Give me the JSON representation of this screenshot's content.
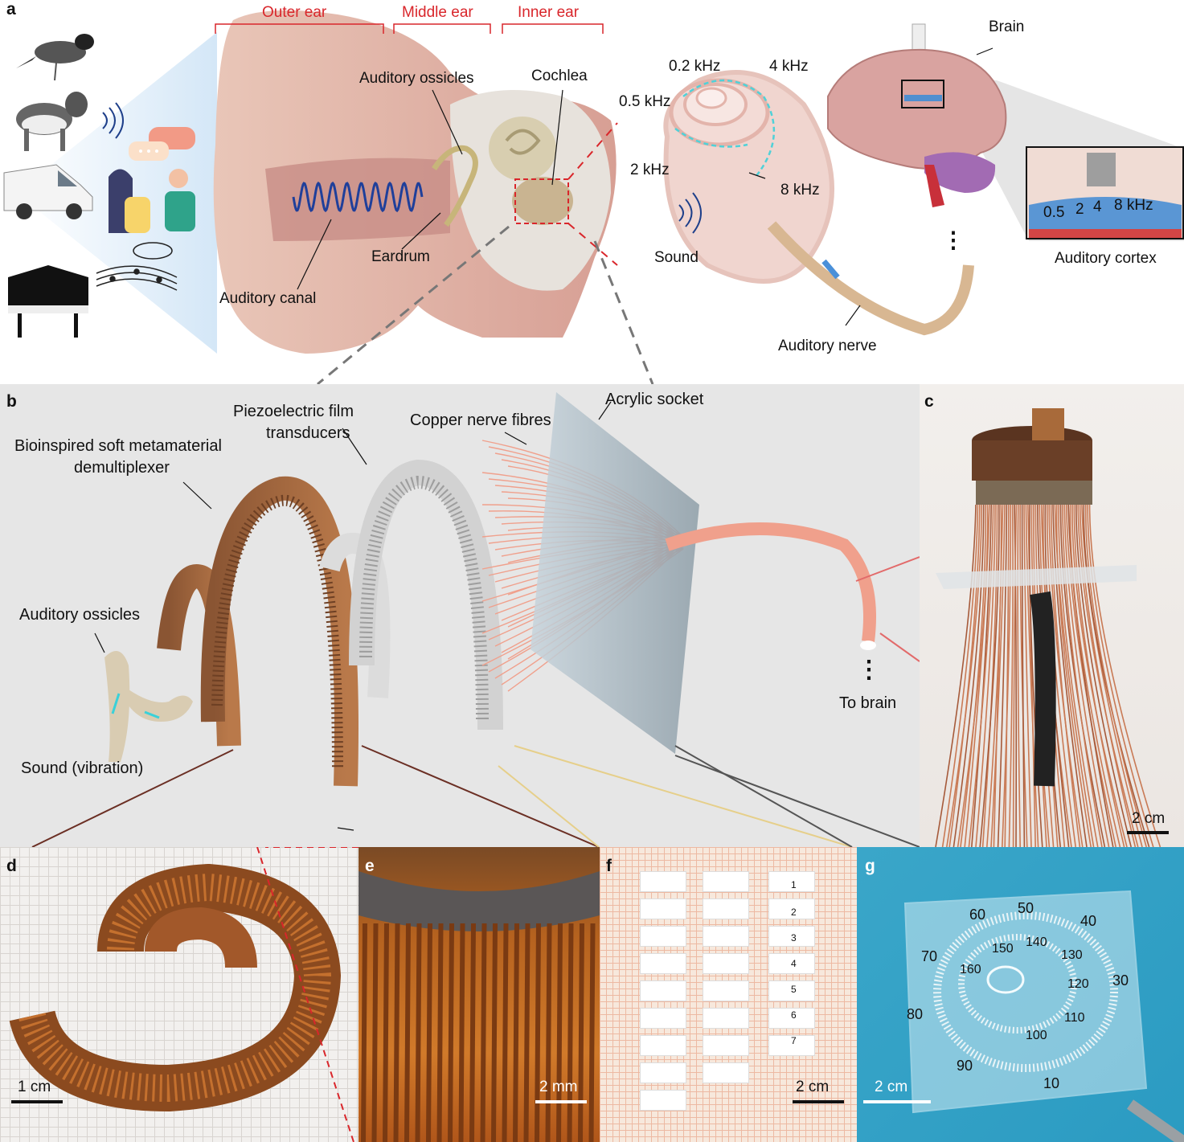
{
  "panels": {
    "a": "a",
    "b": "b",
    "c": "c",
    "d": "d",
    "e": "e",
    "f": "f",
    "g": "g"
  },
  "ear_sections": {
    "outer": "Outer ear",
    "middle": "Middle ear",
    "inner": "Inner ear"
  },
  "ear_labels": {
    "ossicles": "Auditory ossicles",
    "cochlea": "Cochlea",
    "eardrum": "Eardrum",
    "canal": "Auditory canal"
  },
  "cochlea_labels": {
    "f02": "0.2 kHz",
    "f4": "4 kHz",
    "f05": "0.5 kHz",
    "f2": "2 kHz",
    "f8": "8 kHz",
    "sound": "Sound",
    "nerve": "Auditory nerve"
  },
  "brain_labels": {
    "brain": "Brain",
    "cortex": "Auditory cortex",
    "inset_05": "0.5",
    "inset_2": "2",
    "inset_4": "4",
    "inset_8": "8 kHz",
    "ellipsis": "⋮"
  },
  "device_labels": {
    "demux_line1": "Bioinspired soft metamaterial",
    "demux_line2": "demultiplexer",
    "piezo_line1": "Piezoelectric film",
    "piezo_line2": "transducers",
    "copper": "Copper nerve fibres",
    "socket": "Acrylic socket",
    "ossicles": "Auditory ossicles",
    "sound": "Sound (vibration)",
    "to_brain": "To brain",
    "ellipsis": "⋮"
  },
  "scale_bars": {
    "c": "2 cm",
    "d": "1 cm",
    "e": "2 mm",
    "f": "2 cm",
    "g": "2 cm"
  },
  "transducer_numbers": [
    "1",
    "2",
    "3",
    "4",
    "5",
    "6",
    "7"
  ],
  "socket_numbers": [
    "60",
    "50",
    "40",
    "30",
    "70",
    "80",
    "90",
    "10",
    "150",
    "140",
    "130",
    "160",
    "120",
    "110",
    "100"
  ]
}
